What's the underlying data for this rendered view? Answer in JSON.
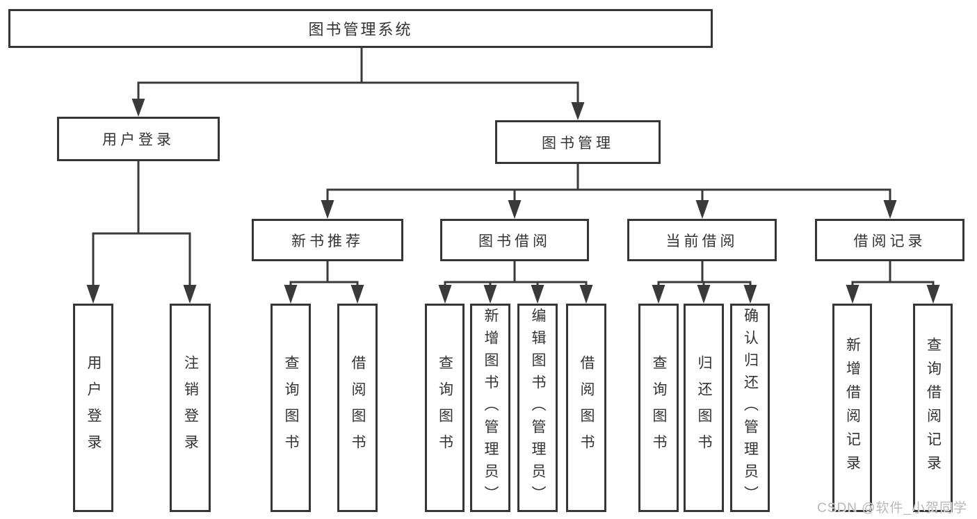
{
  "tree": {
    "root": {
      "label": "图书管理系统",
      "children": [
        {
          "label": "用户登录",
          "children": [
            {
              "label": "用户登录"
            },
            {
              "label": "注销登录"
            }
          ]
        },
        {
          "label": "图书管理",
          "children": [
            {
              "label": "新书推荐",
              "children": [
                {
                  "label": "查询图书"
                },
                {
                  "label": "借阅图书"
                }
              ]
            },
            {
              "label": "图书借阅",
              "children": [
                {
                  "label": "查询图书"
                },
                {
                  "label": "新增图书（管理员）"
                },
                {
                  "label": "编辑图书（管理员）"
                },
                {
                  "label": "借阅图书"
                }
              ]
            },
            {
              "label": "当前借阅",
              "children": [
                {
                  "label": "查询图书"
                },
                {
                  "label": "归还图书"
                },
                {
                  "label": "确认归还（管理员）"
                }
              ]
            },
            {
              "label": "借阅记录",
              "children": [
                {
                  "label": "新增借阅记录"
                },
                {
                  "label": "查询借阅记录"
                }
              ]
            }
          ]
        }
      ]
    }
  },
  "colors": {
    "line": "#3a3a3a",
    "box_border": "#363636",
    "text": "#333333",
    "watermark": "#b3b3b3"
  },
  "watermark": {
    "text": "CSDN @软件_小贺同学"
  }
}
